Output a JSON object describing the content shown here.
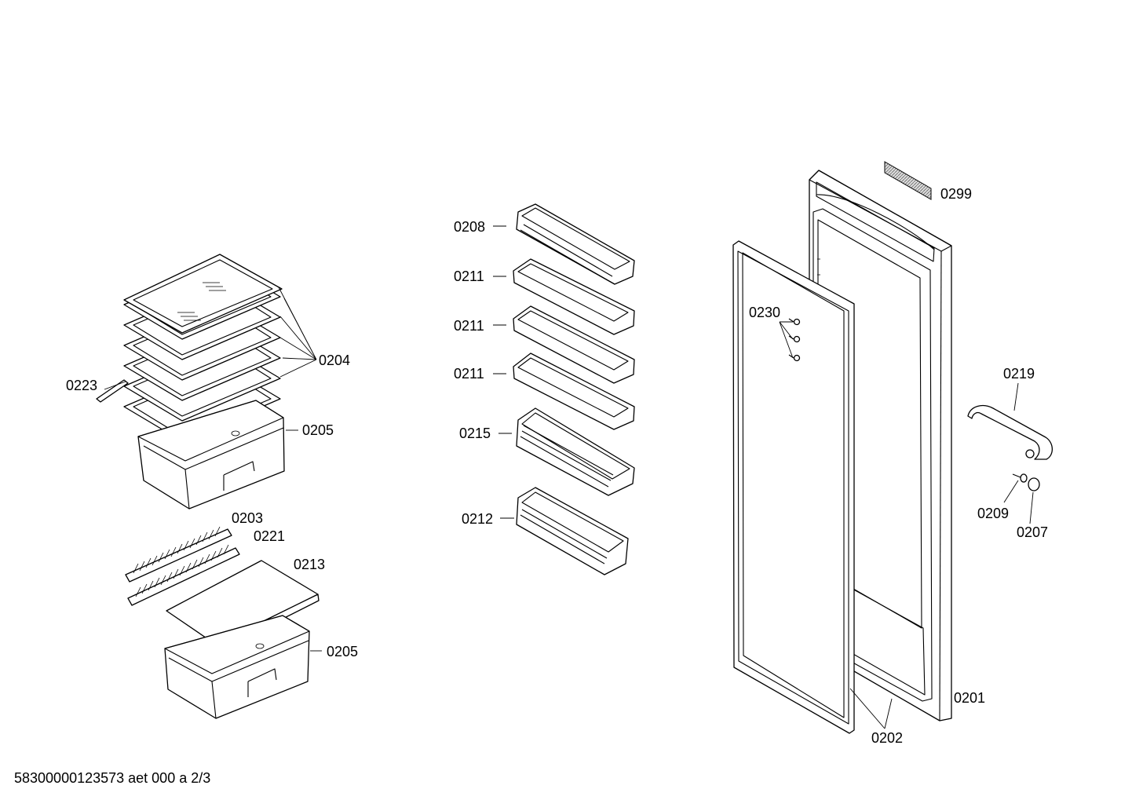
{
  "parts": [
    {
      "num": "0299",
      "name": "label sticker"
    },
    {
      "num": "0208",
      "name": "door shelf"
    },
    {
      "num": "0211",
      "name": "door shelf"
    },
    {
      "num": "0211",
      "name": "door shelf"
    },
    {
      "num": "0211",
      "name": "door shelf"
    },
    {
      "num": "0215",
      "name": "door shelf"
    },
    {
      "num": "0212",
      "name": "door shelf"
    },
    {
      "num": "0230",
      "name": "screws"
    },
    {
      "num": "0219",
      "name": "door handle"
    },
    {
      "num": "0209",
      "name": "screw"
    },
    {
      "num": "0207",
      "name": "cap"
    },
    {
      "num": "0201",
      "name": "door"
    },
    {
      "num": "0202",
      "name": "door gasket"
    },
    {
      "num": "0204",
      "name": "glass shelves"
    },
    {
      "num": "0223",
      "name": "strip"
    },
    {
      "num": "0205",
      "name": "drawer"
    },
    {
      "num": "0203",
      "name": "grille"
    },
    {
      "num": "0221",
      "name": "grille"
    },
    {
      "num": "0213",
      "name": "cover plate"
    },
    {
      "num": "0205",
      "name": "drawer"
    }
  ],
  "footer": "58300000123573 aet 000 a 2/3"
}
